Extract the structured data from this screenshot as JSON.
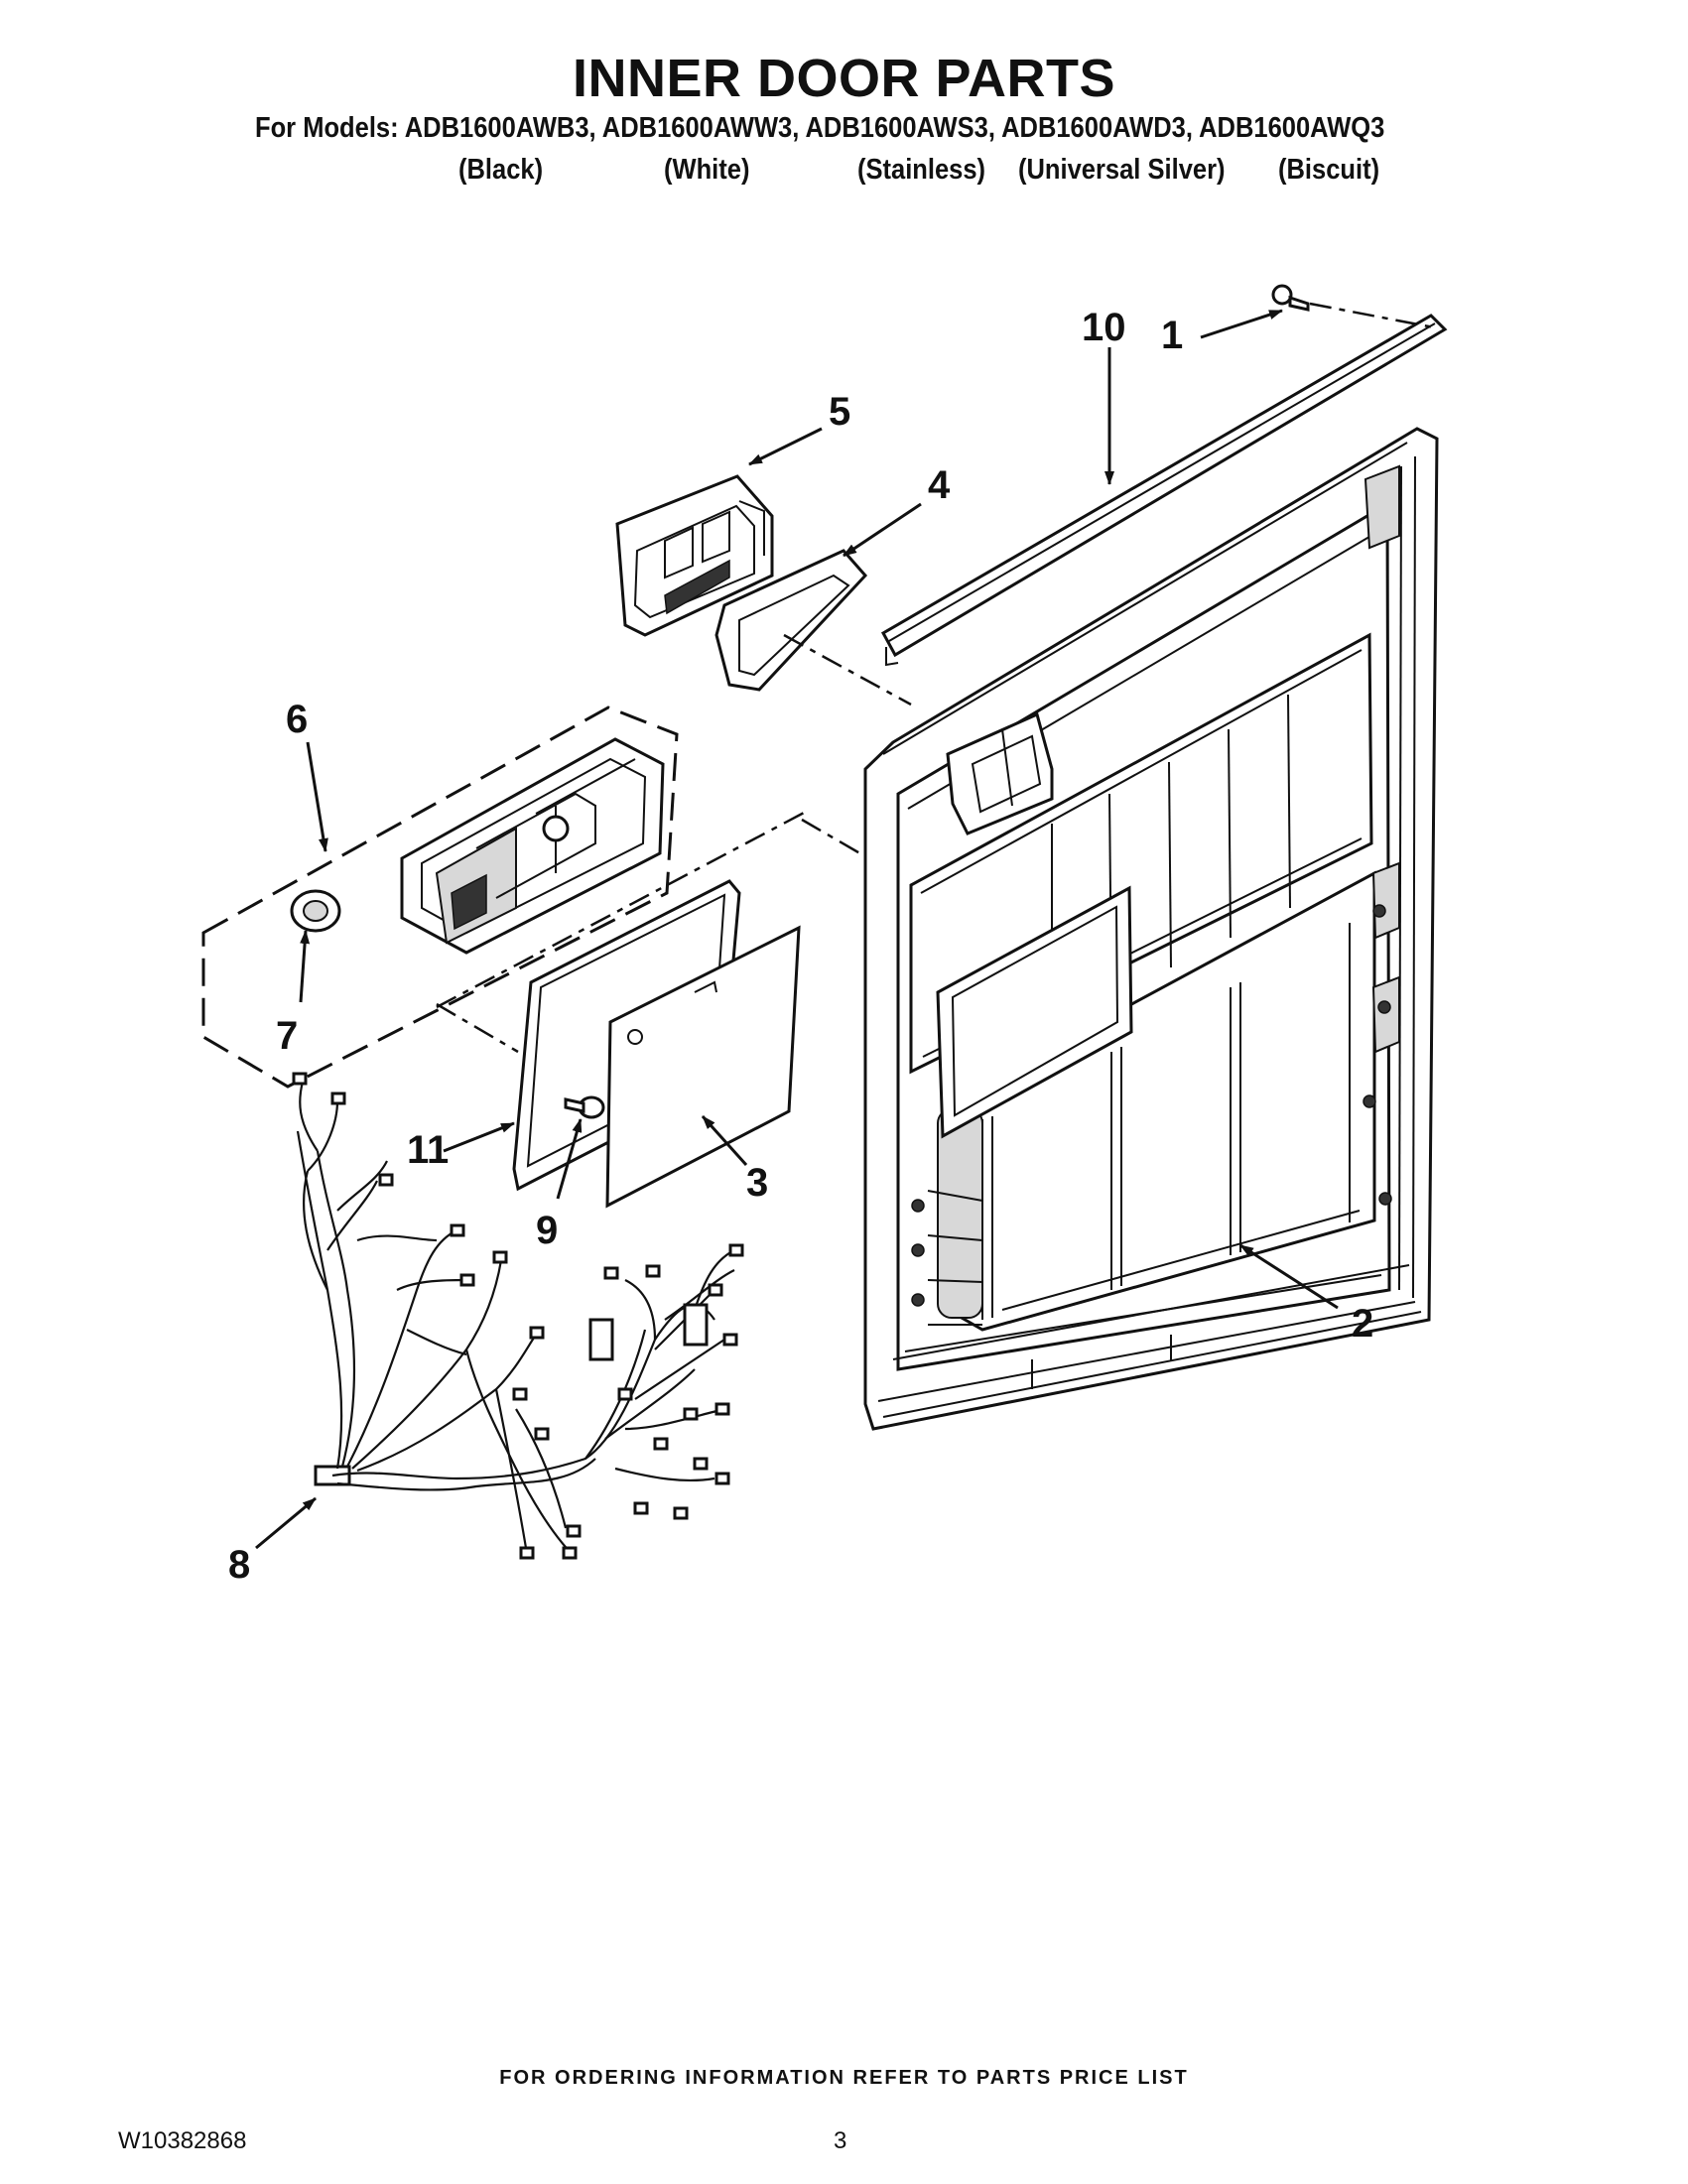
{
  "header": {
    "title": "INNER DOOR PARTS",
    "models_line": "For Models: ADB1600AWB3, ADB1600AWW3, ADB1600AWS3, ADB1600AWD3, ADB1600AWQ3",
    "variants": [
      "(Black)",
      "(White)",
      "(Stainless)",
      "(Universal Silver)",
      "(Biscuit)"
    ]
  },
  "callouts": [
    "1",
    "2",
    "3",
    "4",
    "5",
    "6",
    "7",
    "8",
    "9",
    "10",
    "11"
  ],
  "footer": {
    "ordering_note": "FOR ORDERING INFORMATION REFER TO PARTS PRICE LIST",
    "document_number": "W10382868",
    "page_number": "3"
  }
}
